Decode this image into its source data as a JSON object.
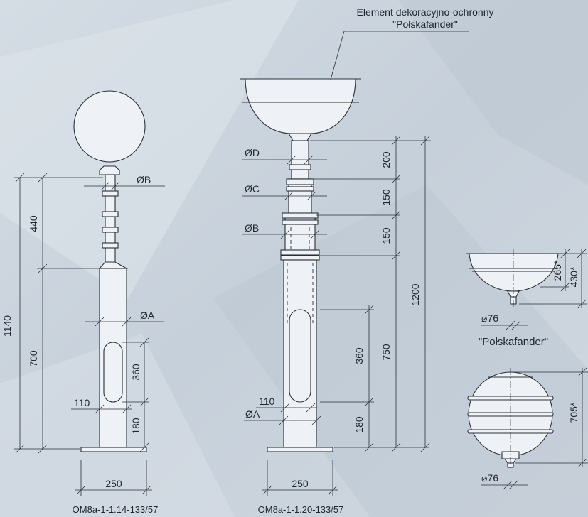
{
  "labels": {
    "element_line1": "Element dekoracyjno-ochronny",
    "element_line2": "\"Połskafander\"",
    "polskafander": "\"Połskafander\"",
    "caption_left": "OM8a-1-1.14-133/57",
    "caption_mid": "OM8a-1-1.20-133/57"
  },
  "left_post": {
    "dim_total": "1140",
    "dim_upper": "440",
    "dim_lower": "700",
    "dim_window": "360",
    "dim_bottom": "180",
    "dim_offset": "110",
    "dim_base": "250",
    "dia_b": "ØB",
    "dia_a": "ØA"
  },
  "mid_post": {
    "dim_total": "1200",
    "dim_lower": "750",
    "dim_d": "200",
    "dim_c": "150",
    "dim_b": "150",
    "dim_window": "360",
    "dim_bottom": "180",
    "dim_offset": "110",
    "dim_base": "250",
    "dia_d": "ØD",
    "dia_c": "ØC",
    "dia_b": "ØB",
    "dia_a": "ØA"
  },
  "right_details": {
    "dim_265": "265*",
    "dim_430": "430*",
    "dia_top": "⌀76",
    "dim_705": "705*",
    "dia_bottom": "⌀76"
  },
  "colors": {
    "background": "#c8d2dc",
    "line": "#2a3038"
  }
}
